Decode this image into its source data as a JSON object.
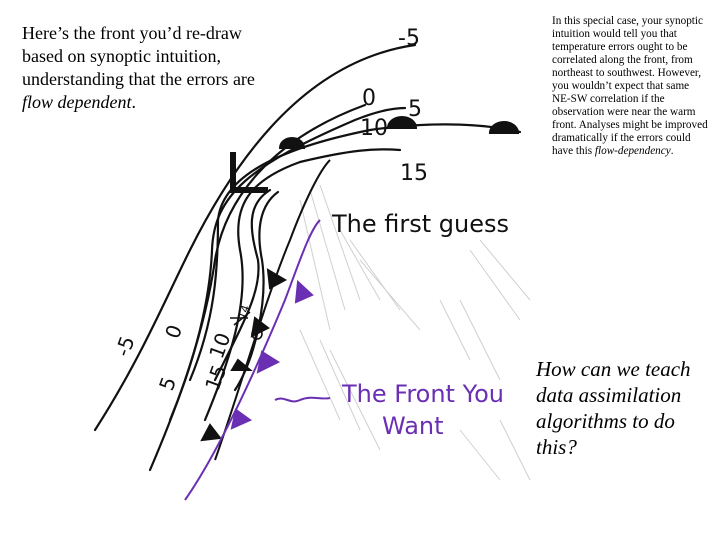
{
  "left_text": {
    "main": "Here’s the front you’d re-draw based on synoptic intuition, understanding that the errors are ",
    "emph": "flow dependent",
    "end": "."
  },
  "right_text": {
    "main": "In this special case, your synoptic intuition would tell you that temperature errors ought to be correlated along the front, from northeast to southwest. However, you wouldn’t expect that same NE-SW correlation if the observation were near the warm front. Analyses might be improved dramatically if the errors could have this ",
    "emph": "flow-dependency",
    "end": "."
  },
  "bottom_text": "How can we teach data assimilation algorithms to do this?",
  "diagram": {
    "contour_labels_top": [
      "-5",
      "0",
      "5",
      "10",
      "15"
    ],
    "contour_labels_bottom": [
      "-5",
      "0",
      "5",
      "10",
      "15"
    ],
    "small_label": "14",
    "first_guess_label": "The first guess",
    "front_you_want_line1": "The Front You",
    "front_you_want_line2": "Want",
    "colors": {
      "ink": "#111111",
      "front_purple": "#6a2fb3",
      "shading": "#d0d0d0"
    }
  }
}
